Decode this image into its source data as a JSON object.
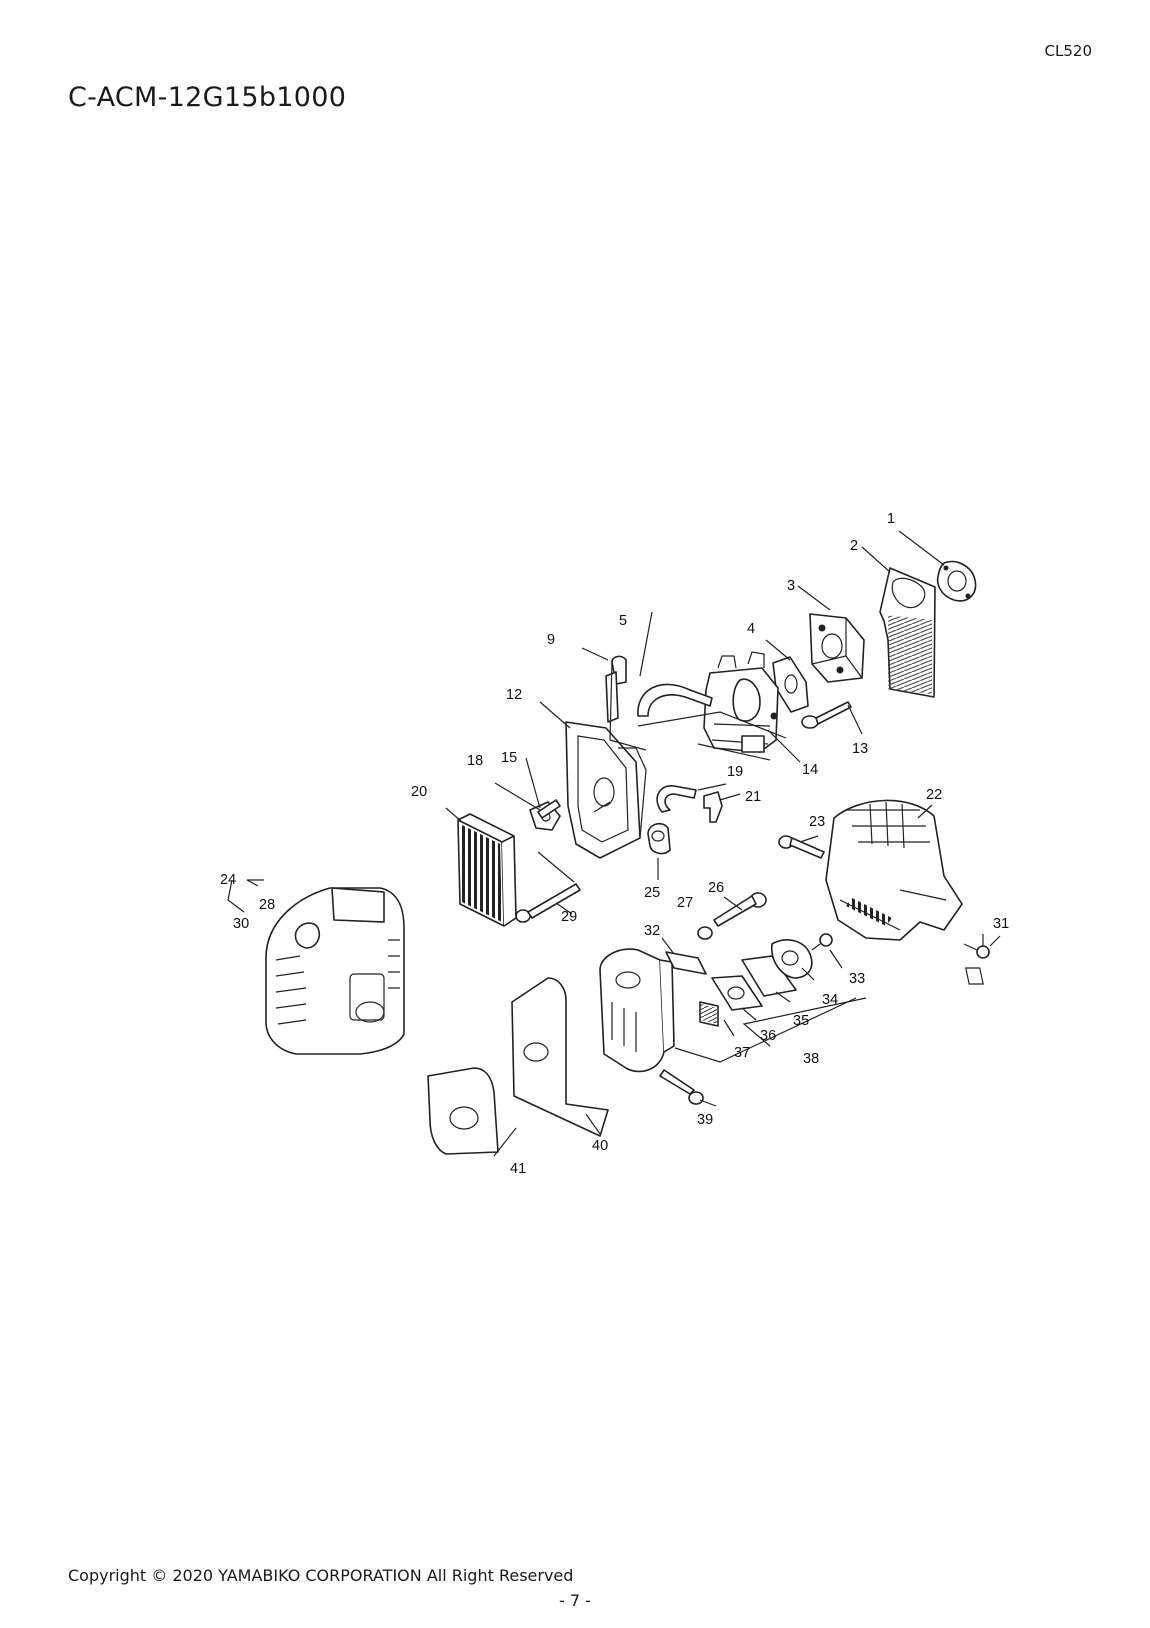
{
  "header": {
    "model": "CL520",
    "code": "C-ACM-12G15b1000"
  },
  "footer": {
    "copyright": "Copyright © 2020 YAMABIKO CORPORATION All Right Reserved",
    "page": "- 7 -"
  },
  "callouts": [
    "1",
    "2",
    "3",
    "4",
    "5",
    "9",
    "12",
    "13",
    "14",
    "15",
    "18",
    "19",
    "20",
    "21",
    "22",
    "23",
    "24",
    "25",
    "26",
    "27",
    "28",
    "29",
    "30",
    "31",
    "32",
    "33",
    "34",
    "35",
    "36",
    "37",
    "38",
    "39",
    "40",
    "41"
  ]
}
